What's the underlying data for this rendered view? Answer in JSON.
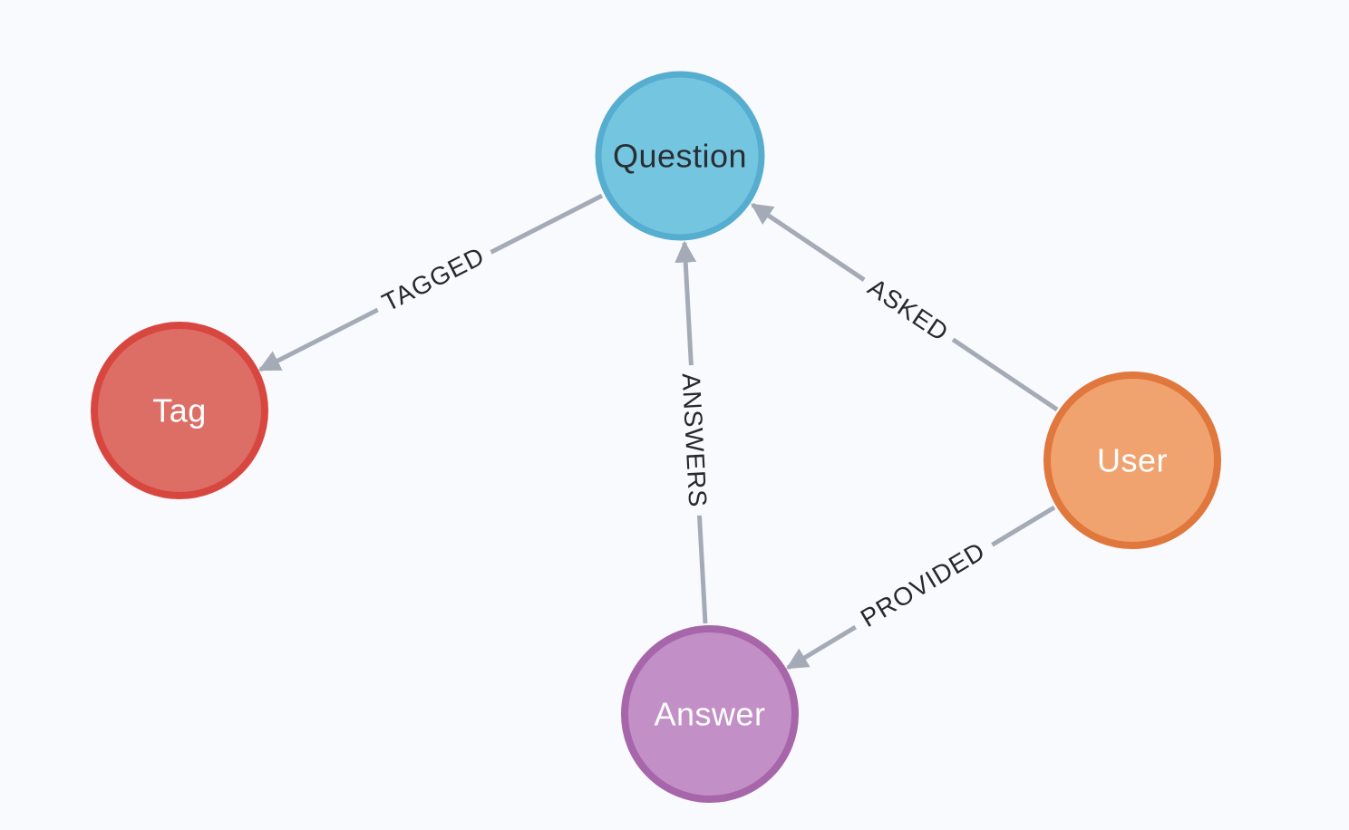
{
  "canvas": {
    "background": "#F8FAFD"
  },
  "graph": {
    "edge_color": "#A5ABB6",
    "edge_label_color": "#26282D",
    "nodes": [
      {
        "id": "question",
        "label": "Question",
        "fill": "#74C5E0",
        "border": "#55ADCF",
        "text_color": "#2A2E33"
      },
      {
        "id": "tag",
        "label": "Tag",
        "fill": "#DD6E66",
        "border": "#D8473F",
        "text_color": "#FFFFFF"
      },
      {
        "id": "user",
        "label": "User",
        "fill": "#F1A36F",
        "border": "#E0773C",
        "text_color": "#FFFFFF"
      },
      {
        "id": "answer",
        "label": "Answer",
        "fill": "#C28FC6",
        "border": "#A765AA",
        "text_color": "#FFFFFF"
      }
    ],
    "relationships": [
      {
        "type": "TAGGED",
        "from": "question",
        "to": "tag"
      },
      {
        "type": "ASKED",
        "from": "user",
        "to": "question"
      },
      {
        "type": "ANSWERS",
        "from": "answer",
        "to": "question"
      },
      {
        "type": "PROVIDED",
        "from": "user",
        "to": "answer"
      }
    ]
  }
}
